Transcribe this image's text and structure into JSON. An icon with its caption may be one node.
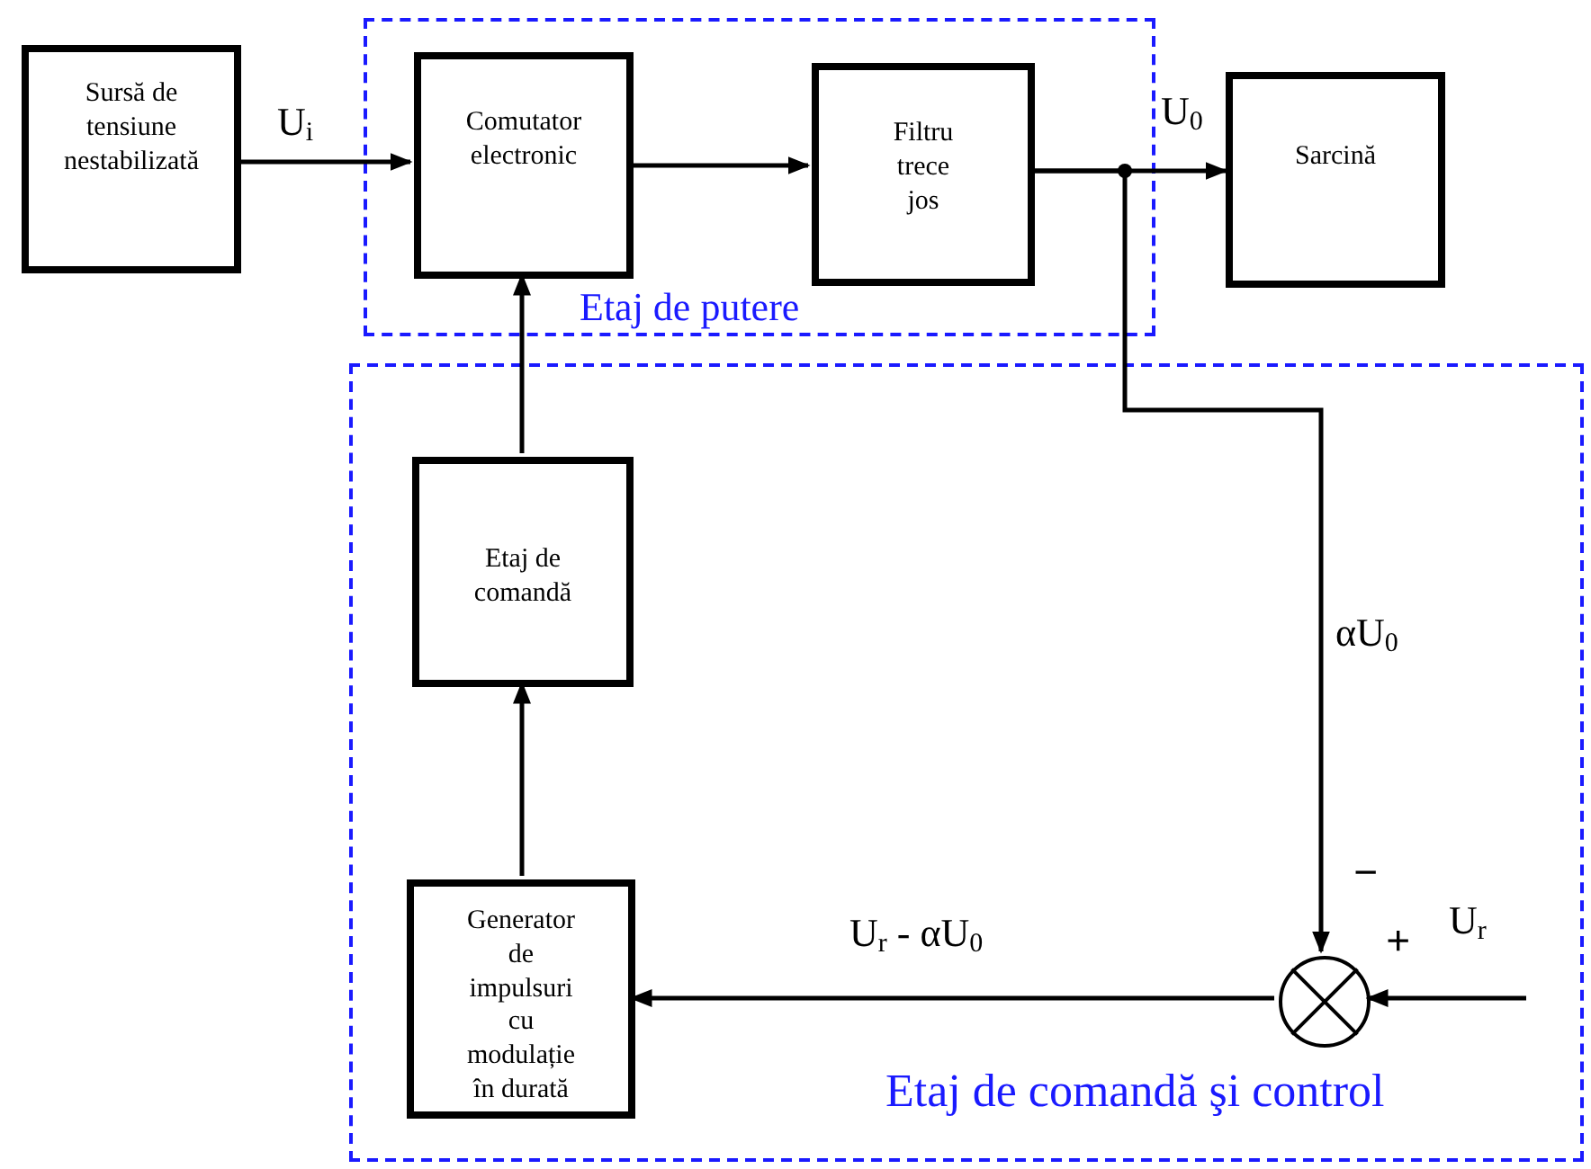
{
  "diagram": {
    "nodes": [
      {
        "text": [
          "Etaj de putere"
        ]
      },
      {
        "text": [
          "Comutator electronic"
        ],
        "in": 0
      },
      {
        "text": [
          "Filtru trece jos"
        ],
        "in": 0
      },
      {
        "text": [
          "Sursă de tensiune nestabilizată"
        ]
      },
      {
        "text": [
          "Sarcină"
        ]
      },
      {
        "text": [
          "Etaj de comandă şi control"
        ]
      },
      {
        "text": [
          "Etaj de comandă"
        ],
        "in": 5
      },
      {
        "text": [
          "Generator de impulsuri cu modulație în durată"
        ],
        "in": 5
      },
      {
        "text": [],
        "shape": "circle",
        "in": 5
      }
    ],
    "edges": [
      {
        "from": 3,
        "to": 1,
        "arrow": "to",
        "label": "U$_{i}$"
      },
      {
        "from": 1,
        "to": 2,
        "arrow": "to"
      },
      {
        "from": 2,
        "to": 4,
        "arrow": "to",
        "label": "U$_{0}$"
      },
      {
        "from": 2,
        "to": 8,
        "arrow": "to",
        "label": "αU$_{0}$"
      },
      {
        "from": 8,
        "to": 7,
        "arrow": "to",
        "label": "U$_{r}$ - αU$_{0}$"
      },
      {
        "from": 7,
        "to": 6,
        "arrow": "to"
      },
      {
        "from": 6,
        "to": 1,
        "arrow": "to"
      },
      {
        "from": null,
        "to": 8,
        "arrow": "to",
        "label": "U$_{r}$"
      }
    ],
    "labels": [
      "−",
      "+"
    ]
  }
}
